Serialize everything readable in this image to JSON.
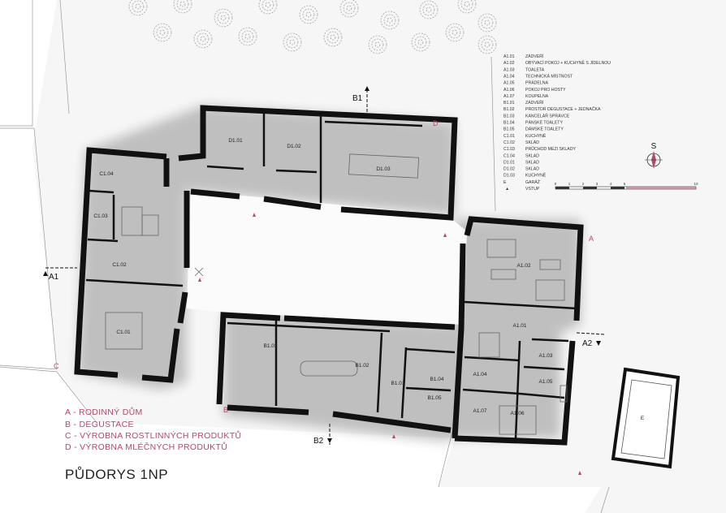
{
  "title": "PŮDORYS 1NP",
  "legend": [
    {
      "code": "A1.01",
      "name": "ZÁDVEŘÍ"
    },
    {
      "code": "A1.02",
      "name": "OBÝVACÍ POKOJ + KUCHYNĚ S JÍDELNOU"
    },
    {
      "code": "A1.03",
      "name": "TOALETA"
    },
    {
      "code": "A1.04",
      "name": "TECHNICKÁ MÍSTNOST"
    },
    {
      "code": "A1.05",
      "name": "PRÁDELNA"
    },
    {
      "code": "A1.06",
      "name": "POKOJ PRO HOSTY"
    },
    {
      "code": "A1.07",
      "name": "KOUPELNA"
    },
    {
      "code": "B1.01",
      "name": "ZÁDVEŘÍ"
    },
    {
      "code": "B1.02",
      "name": "PROSTOR DEGUSTACE + JEDNAČKA"
    },
    {
      "code": "B1.03",
      "name": "KANCELÁŘ SPRÁVCE"
    },
    {
      "code": "B1.04",
      "name": "PÁNSKÉ TOALETY"
    },
    {
      "code": "B1.05",
      "name": "DÁMSKÉ TOALETY"
    },
    {
      "code": "C1.01",
      "name": "KUCHYNĚ"
    },
    {
      "code": "C1.02",
      "name": "SKLAD"
    },
    {
      "code": "C1.03",
      "name": "PRŮCHOD MEZI SKLADY"
    },
    {
      "code": "C1.04",
      "name": "SKLAD"
    },
    {
      "code": "D1.01",
      "name": "SKLAD"
    },
    {
      "code": "D1.02",
      "name": "SKLAD"
    },
    {
      "code": "D1.03",
      "name": "KUCHYNĚ"
    },
    {
      "code": "E",
      "name": "GARÁŽ"
    },
    {
      "code": "▲",
      "name": "VSTUP"
    }
  ],
  "buildings_key": [
    "A - RODINNÝ DŮM",
    "B - DEGUSTACE",
    "C - VÝROBNA ROSTLINNÝCH PRODUKTŮ",
    "D - VÝROBNA MLÉČNÝCH PRODUKTŮ"
  ],
  "building_letters": {
    "A": "A",
    "B": "B",
    "C": "C",
    "D": "D"
  },
  "room_labels": {
    "d101": "D1.01",
    "d102": "D1.02",
    "d103": "D1.03",
    "c104": "C1.04",
    "c103": "C1.03",
    "c102": "C1.02",
    "c101": "C1.01",
    "b103": "B1.03",
    "b102": "B1.02",
    "b101": "B1.01",
    "b104": "B1.04",
    "b105": "B1.05",
    "a102": "A1.02",
    "a101": "A1.01",
    "a103": "A1.03",
    "a104": "A1.04",
    "a105": "A1.05",
    "a107": "A1.07",
    "a106": "A1.06",
    "e": "E"
  },
  "sections": {
    "b1_top": "B1",
    "a1_left": "A1",
    "a2_right": "A2",
    "b2_bottom": "B2"
  },
  "north_label": "S",
  "scale_ticks": [
    "0",
    "1",
    "2",
    "3",
    "4",
    "5",
    "10"
  ],
  "colors": {
    "wall": "#111111",
    "accent": "#b24b6b",
    "grass": "#f7f7f7"
  }
}
